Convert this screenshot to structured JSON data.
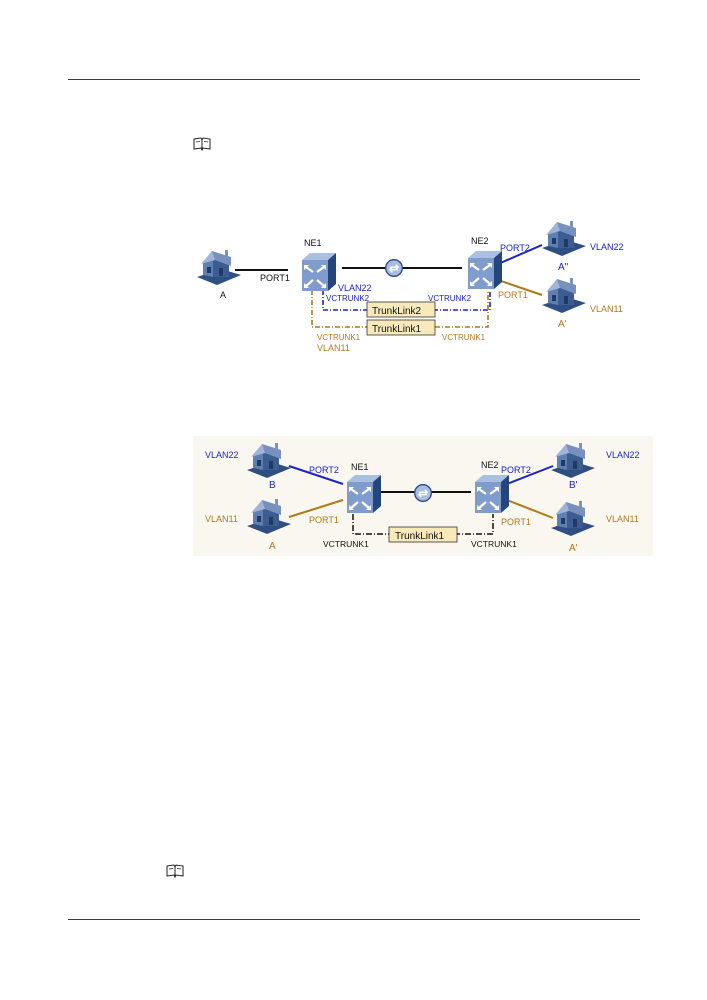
{
  "note_icons": [
    "book-icon",
    "book-icon"
  ],
  "diagram1": {
    "nodes": {
      "ne1": "NE1",
      "ne2": "NE2",
      "site_a": "A",
      "site_a2": "A\"",
      "site_a1": "A'"
    },
    "ports": {
      "ne1_port1": "PORT1",
      "ne2_port2": "PORT2",
      "ne2_port1": "PORT1"
    },
    "vlans": {
      "ne1_vlan22": "VLAN22",
      "ne1_vlan11": "VLAN11",
      "ne2_vlan22": "VLAN22",
      "ne2_vlan11": "VLAN11"
    },
    "vctrunks": {
      "ne1_vct2": "VCTRUNK2",
      "ne2_vct2": "VCTRUNK2",
      "ne1_vct1": "VCTRUNK1",
      "ne2_vct1": "VCTRUNK1"
    },
    "trunklinks": {
      "tl2": "TrunkLink2",
      "tl1": "TrunkLink1"
    },
    "colors": {
      "vlan22": "#1c23c8",
      "vlan11": "#b07818",
      "trunk_box": "#f7e9b9"
    }
  },
  "diagram2": {
    "nodes": {
      "ne1": "NE1",
      "ne2": "NE2",
      "site_b": "B",
      "site_a": "A",
      "site_b2": "B'",
      "site_a2": "A'"
    },
    "ports": {
      "ne1_port2": "PORT2",
      "ne1_port1": "PORT1",
      "ne2_port2": "PORT2",
      "ne2_port1": "PORT1"
    },
    "vlans": {
      "left_vlan22": "VLAN22",
      "left_vlan11": "VLAN11",
      "right_vlan22": "VLAN22",
      "right_vlan11": "VLAN11"
    },
    "vctrunks": {
      "ne1_vct1": "VCTRUNK1",
      "ne2_vct1": "VCTRUNK1"
    },
    "trunklinks": {
      "tl1": "TrunkLink1"
    },
    "colors": {
      "vlan22": "#1c23c8",
      "vlan11": "#b07818",
      "background": "#f9f7ef",
      "trunk_box": "#f7e9b9"
    }
  }
}
